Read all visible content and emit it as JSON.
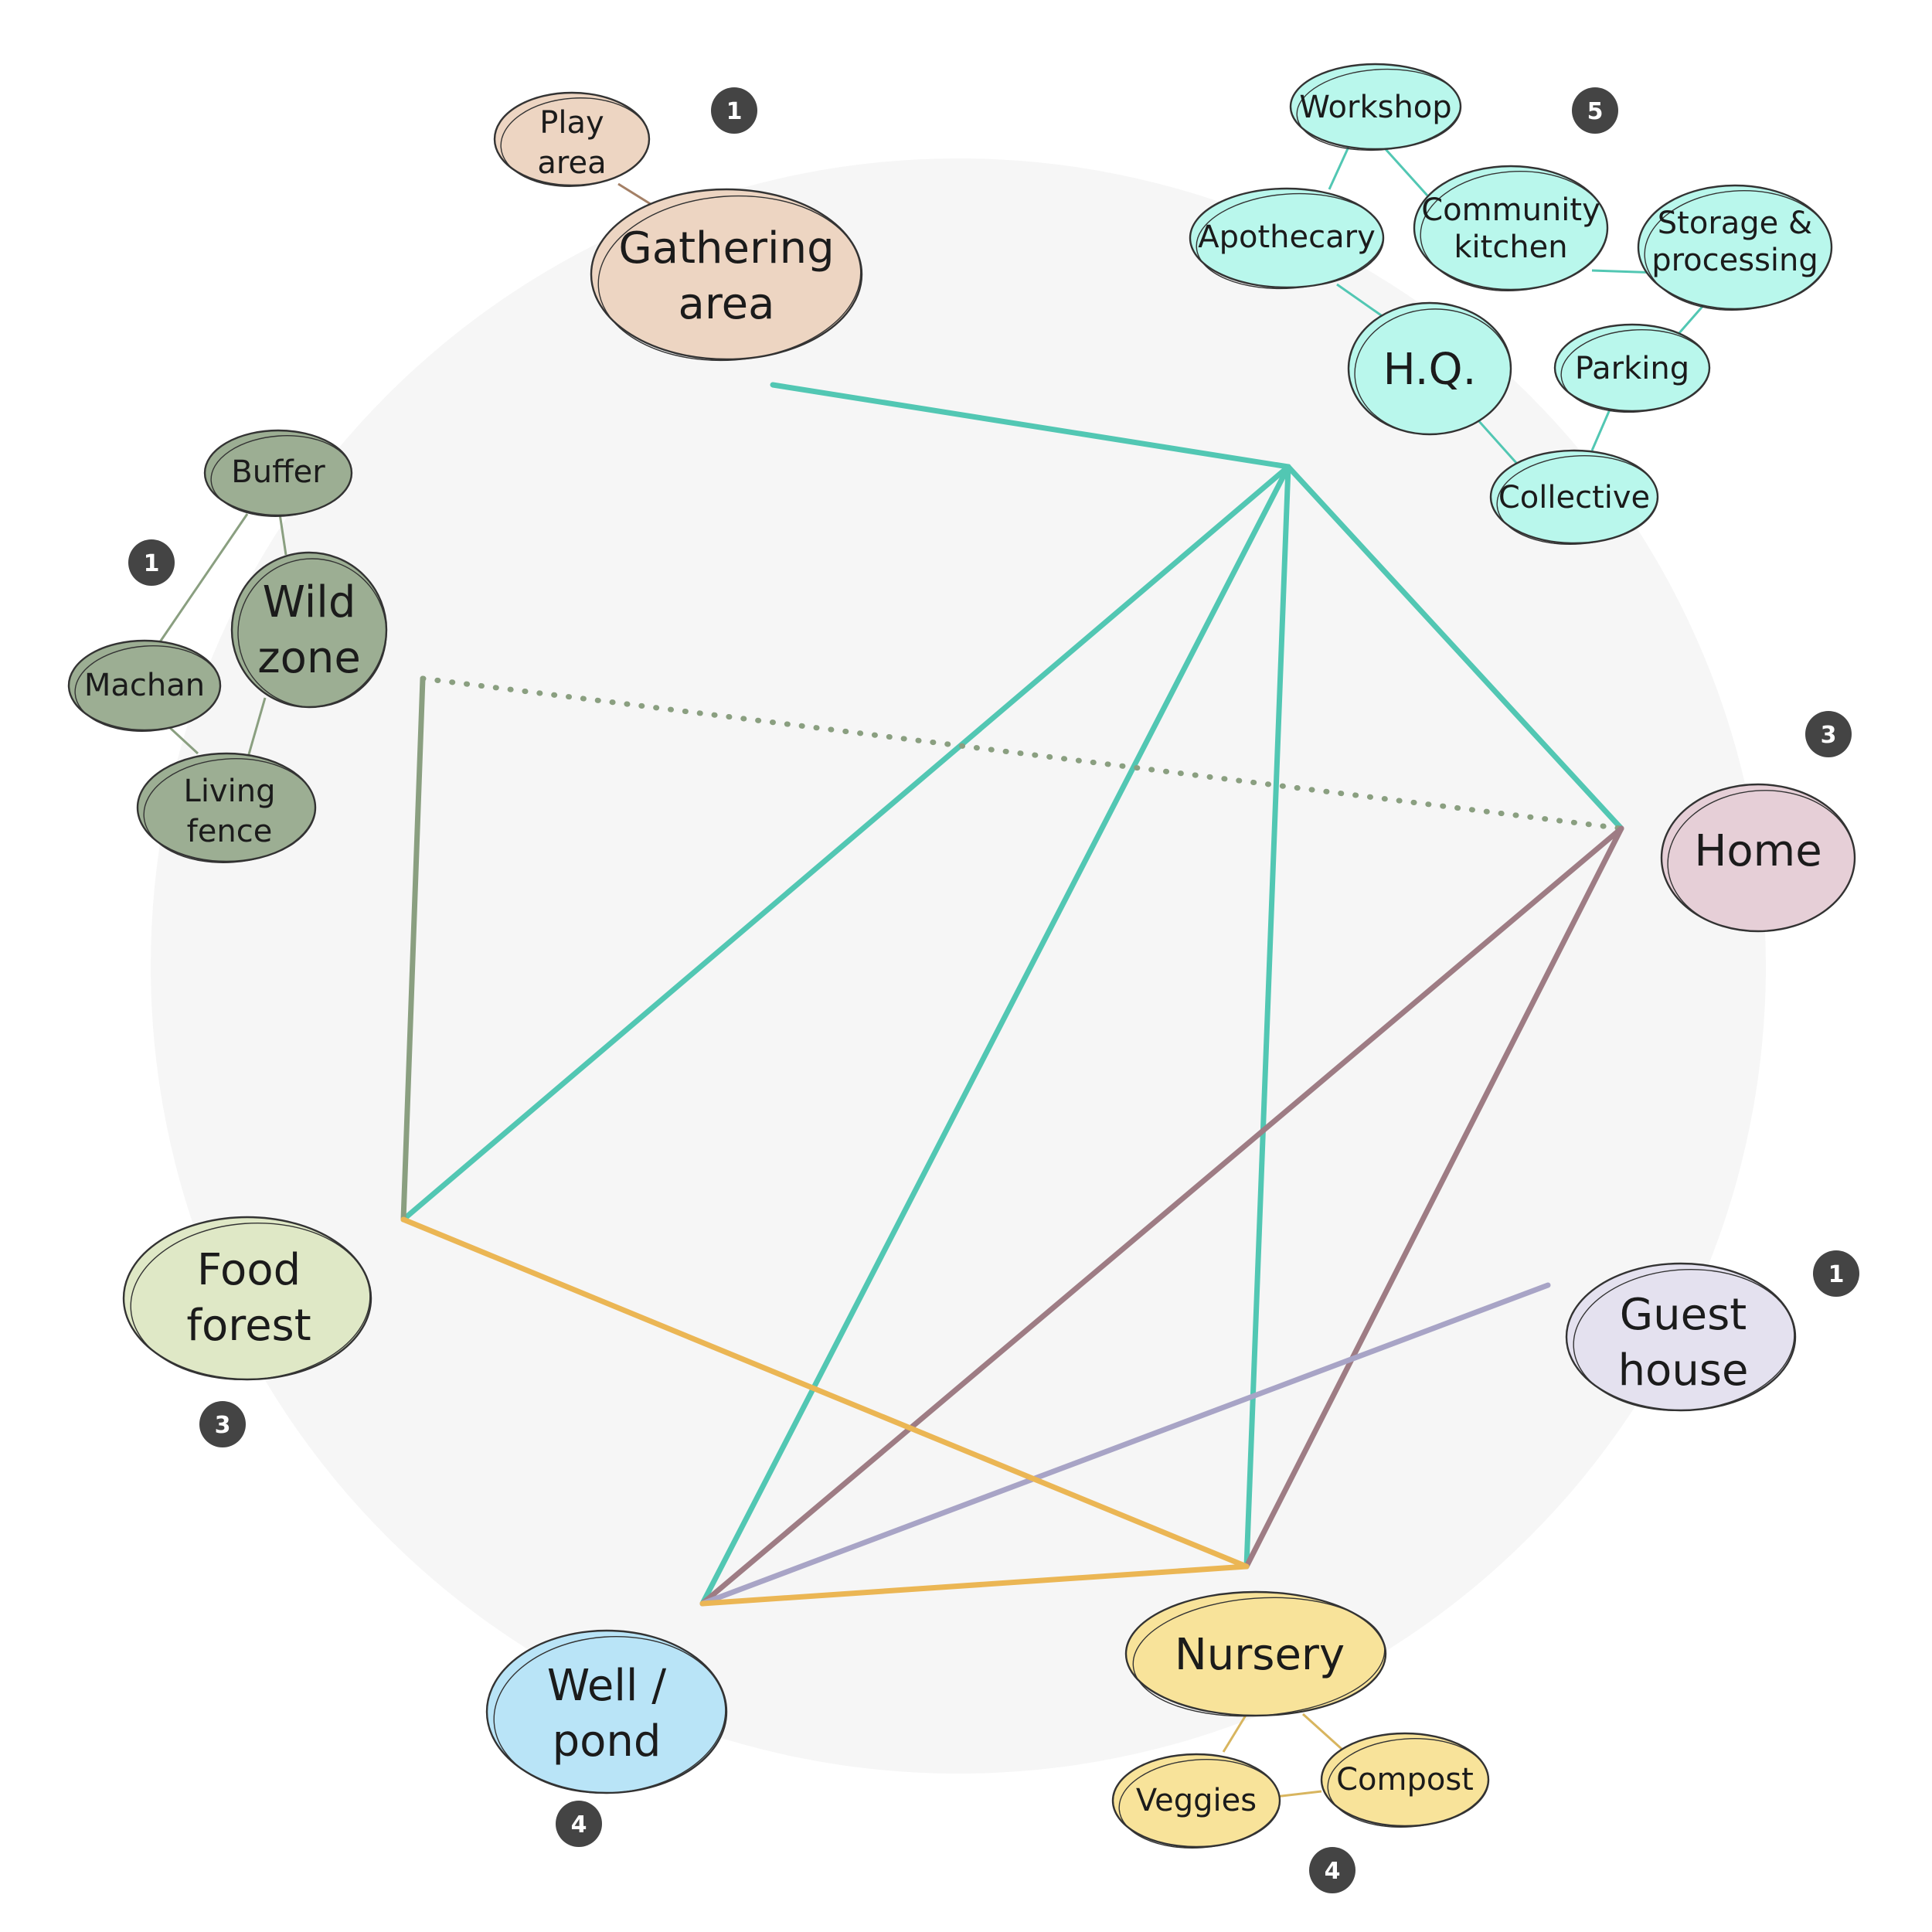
{
  "colors": {
    "teal": "#52c7b3",
    "olive_green": "#8a9f80",
    "mauve": "#9e7c84",
    "lavender": "#a8a4c6",
    "orange": "#ebb654",
    "peach_fill": "#edd5c2",
    "mint_fill": "#b9f7ec",
    "sage_fill": "#9cae93",
    "light_green_fill": "#dfe8c6",
    "pink_fill": "#e6cfd7",
    "lilac_fill": "#e4e1ef",
    "yellow_fill": "#f8e39a",
    "sky_fill": "#b9e4f7",
    "badge": "#444444",
    "backdrop": "#f6f6f6"
  },
  "nodes": {
    "play_area": "Play area",
    "gathering_area": "Gathering area",
    "workshop": "Workshop",
    "apothecary": "Apothecary",
    "community_kitchen": "Community kitchen",
    "storage_processing": "Storage & processing",
    "hq": "H.Q.",
    "parking": "Parking",
    "collective": "Collective",
    "buffer": "Buffer",
    "wild_zone": "Wild zone",
    "machan": "Machan",
    "living_fence": "Living fence",
    "home": "Home",
    "food_forest": "Food forest",
    "guest_house": "Guest house",
    "nursery": "Nursery",
    "veggies": "Veggies",
    "compost": "Compost",
    "well_pond": "Well / pond"
  },
  "badges": {
    "gathering": "1",
    "hq_cluster": "5",
    "wild_cluster": "1",
    "home": "3",
    "food_forest": "3",
    "guest_house": "1",
    "well_pond": "4",
    "nursery": "4"
  }
}
